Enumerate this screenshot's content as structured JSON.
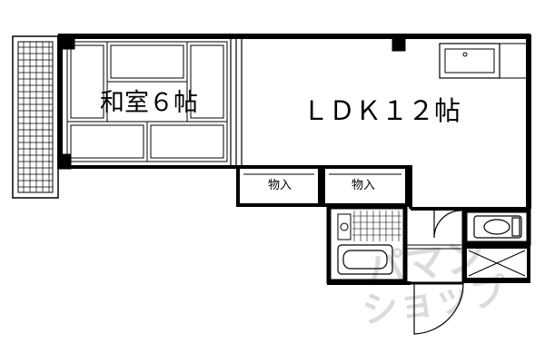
{
  "floor_plan": {
    "rooms": {
      "washitsu": "和室６帖",
      "ldk": "ＬＤＫ１２帖",
      "closet_1": "物入",
      "closet_2": "物入"
    },
    "watermark": {
      "line_1": "パマン",
      "line_2": "ショップ"
    }
  }
}
